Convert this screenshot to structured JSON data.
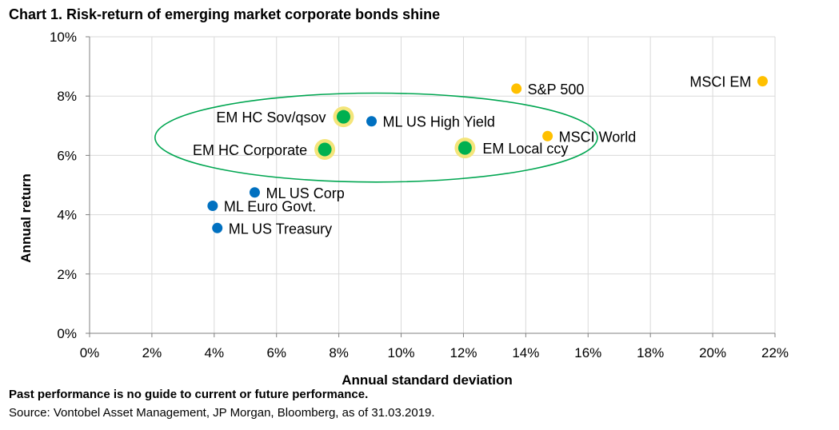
{
  "title": "Chart 1. Risk-return of emerging market corporate bonds shine",
  "footer": {
    "disclaimer": "Past performance is no guide to current or future performance.",
    "source": "Source: Vontobel Asset Management, JP Morgan, Bloomberg, as of 31.03.2019."
  },
  "colors": {
    "blue": "#0070C0",
    "orange": "#FFC000",
    "green": "#00B050",
    "halo": "#F4E57A",
    "ellipse": "#00A651",
    "grid": "#D9D9D9",
    "axis": "#808080"
  },
  "chart_data": {
    "type": "scatter",
    "xlabel": "Annual standard deviation",
    "ylabel": "Annual return",
    "xlim": [
      0,
      22
    ],
    "ylim": [
      0,
      10
    ],
    "x_ticks": [
      0,
      2,
      4,
      6,
      8,
      10,
      12,
      14,
      16,
      18,
      20,
      22
    ],
    "y_ticks": [
      0,
      2,
      4,
      6,
      8,
      10
    ],
    "x_tick_labels": [
      "0%",
      "2%",
      "4%",
      "6%",
      "8%",
      "10%",
      "12%",
      "14%",
      "16%",
      "18%",
      "20%",
      "22%"
    ],
    "y_tick_labels": [
      "0%",
      "2%",
      "4%",
      "6%",
      "8%",
      "10%"
    ],
    "grid": true,
    "points": [
      {
        "label": "EM HC Sov/qsov",
        "x": 8.15,
        "y": 7.3,
        "color": "green",
        "highlight": true,
        "label_side": "left"
      },
      {
        "label": "EM HC Corporate",
        "x": 7.55,
        "y": 6.2,
        "color": "green",
        "highlight": true,
        "label_side": "left"
      },
      {
        "label": "EM Local ccy",
        "x": 12.05,
        "y": 6.25,
        "color": "green",
        "highlight": true,
        "label_side": "right"
      },
      {
        "label": "ML US High Yield",
        "x": 9.05,
        "y": 7.15,
        "color": "blue",
        "highlight": false,
        "label_side": "right"
      },
      {
        "label": "ML US Corp",
        "x": 5.3,
        "y": 4.75,
        "color": "blue",
        "highlight": false,
        "label_side": "right"
      },
      {
        "label": "ML Euro Govt.",
        "x": 3.95,
        "y": 4.3,
        "color": "blue",
        "highlight": false,
        "label_side": "right"
      },
      {
        "label": "ML US Treasury",
        "x": 4.1,
        "y": 3.55,
        "color": "blue",
        "highlight": false,
        "label_side": "right"
      },
      {
        "label": "S&P 500",
        "x": 13.7,
        "y": 8.25,
        "color": "orange",
        "highlight": false,
        "label_side": "right"
      },
      {
        "label": "MSCI World",
        "x": 14.7,
        "y": 6.65,
        "color": "orange",
        "highlight": false,
        "label_side": "right"
      },
      {
        "label": "MSCI EM",
        "x": 21.6,
        "y": 8.5,
        "color": "orange",
        "highlight": false,
        "label_side": "left"
      }
    ],
    "annotations": [
      {
        "type": "ellipse",
        "cx": 9.2,
        "cy": 6.6,
        "rx": 7.1,
        "ry": 1.5,
        "color": "ellipse"
      }
    ]
  }
}
